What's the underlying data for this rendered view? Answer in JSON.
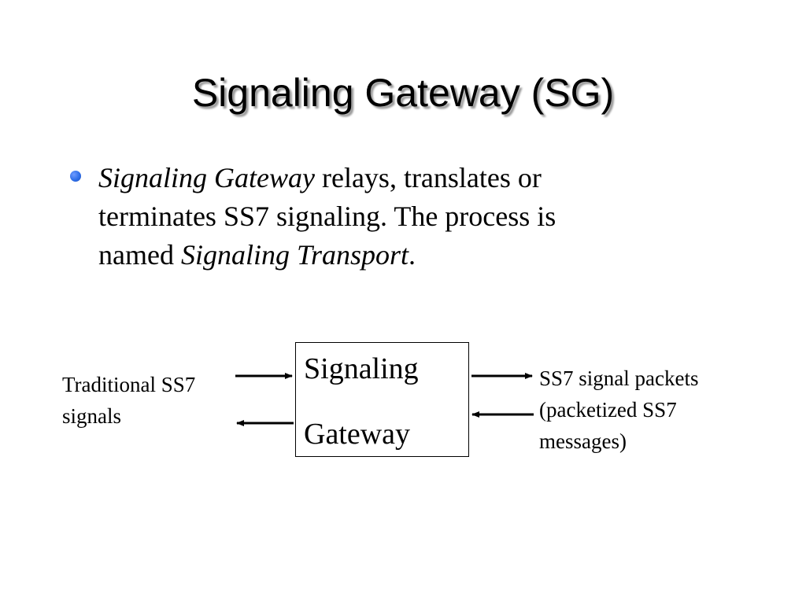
{
  "slide": {
    "title": "Signaling Gateway (SG)",
    "bullet": {
      "line1_italic": "Signaling Gateway",
      "line1_rest": " relays, translates or",
      "line2": "terminates SS7 signaling. The process is",
      "line3_start": "named ",
      "line3_italic": "Signaling Transport",
      "line3_end": "."
    }
  },
  "diagram": {
    "box_line1": "Signaling",
    "box_line2": "Gateway",
    "left_label_line1": "Traditional SS7",
    "left_label_line2": "signals",
    "right_label_line1": "SS7 signal packets",
    "right_label_line2": "(packetized SS7",
    "right_label_line3": "messages)"
  },
  "colors": {
    "bullet": "#2f6fe8",
    "text": "#000000",
    "background": "#ffffff"
  }
}
